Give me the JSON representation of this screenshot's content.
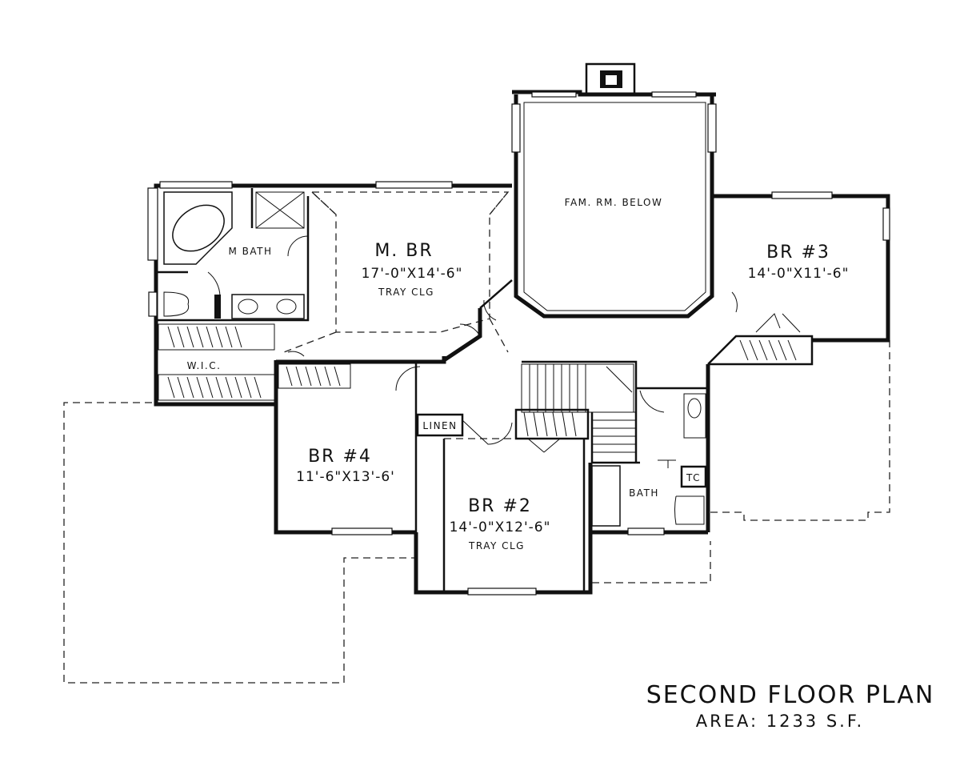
{
  "plan": {
    "title": "SECOND FLOOR PLAN",
    "area": "AREA: 1233 S.F."
  },
  "rooms": {
    "fam_rm": {
      "label": "FAM. RM. BELOW"
    },
    "m_br": {
      "label": "M. BR",
      "dims": "17'-0\"X14'-6\"",
      "note": "TRAY CLG"
    },
    "m_bath": {
      "label": "M BATH"
    },
    "wic": {
      "label": "W.I.C."
    },
    "br3": {
      "label": "BR #3",
      "dims": "14'-0\"X11'-6\""
    },
    "br4": {
      "label": "BR #4",
      "dims": "11'-6\"X13'-6'"
    },
    "br2": {
      "label": "BR #2",
      "dims": "14'-0\"X12'-6\"",
      "note": "TRAY CLG"
    },
    "linen": {
      "label": "LINEN"
    },
    "bath": {
      "label": "BATH"
    },
    "tc": {
      "label": "TC"
    }
  }
}
